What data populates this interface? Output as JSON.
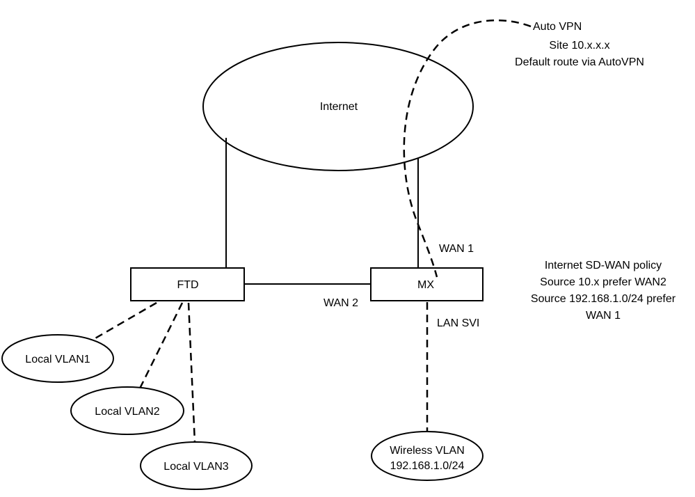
{
  "nodes": {
    "internet": "Internet",
    "ftd": "FTD",
    "mx": "MX",
    "local_vlan1": "Local VLAN1",
    "local_vlan2": "Local VLAN2",
    "local_vlan3": "Local VLAN3",
    "wireless_vlan": {
      "line1": "Wireless VLAN",
      "line2": "192.168.1.0/24"
    }
  },
  "links": {
    "wan1": "WAN 1",
    "wan2": "WAN 2",
    "lan_svi": "LAN SVI"
  },
  "auto_vpn": {
    "title": "Auto VPN",
    "site": "Site 10.x.x.x",
    "route": "Default route via AutoVPN"
  },
  "sdwan_policy": {
    "line1": "Internet SD-WAN policy",
    "line2": "Source 10.x prefer WAN2",
    "line3": "Source 192.168.1.0/24 prefer",
    "line4": "WAN 1"
  }
}
